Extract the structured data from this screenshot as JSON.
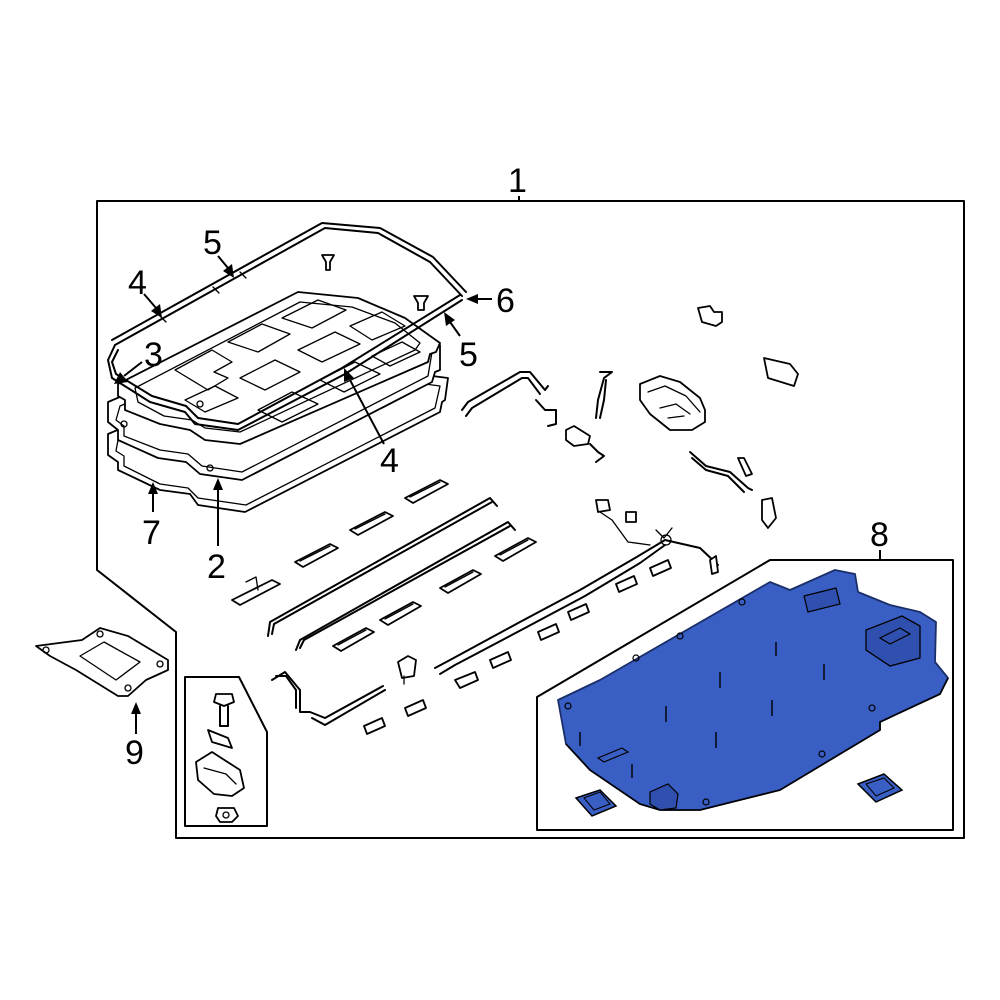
{
  "callouts": {
    "c1": "1",
    "c2": "2",
    "c3": "3",
    "c4a": "4",
    "c4b": "4",
    "c5a": "5",
    "c5b": "5",
    "c6": "6",
    "c7": "7",
    "c8": "8",
    "c9": "9"
  },
  "colors": {
    "highlight": "#3a5fc4",
    "highlight_stroke": "#1a2f6a",
    "line": "#000000",
    "background": "#ffffff"
  }
}
